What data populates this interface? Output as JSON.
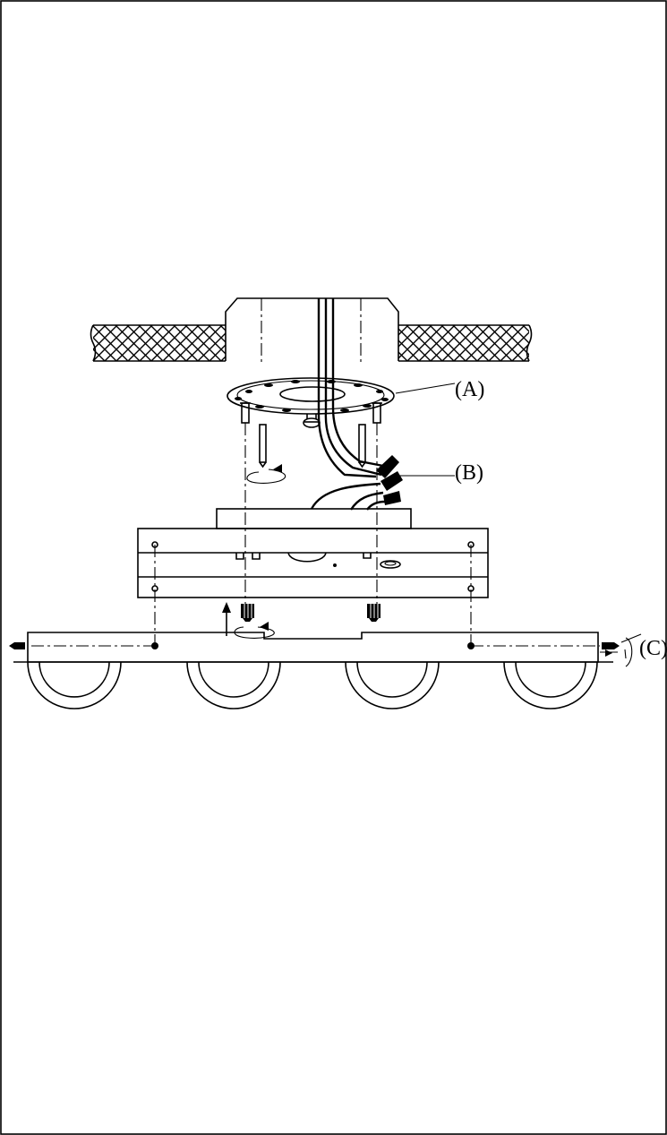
{
  "diagram": {
    "callouts": {
      "a": "(A)",
      "b": "(B)",
      "c": "(C)"
    },
    "colors": {
      "line": "#000000",
      "background": "#ffffff"
    }
  }
}
